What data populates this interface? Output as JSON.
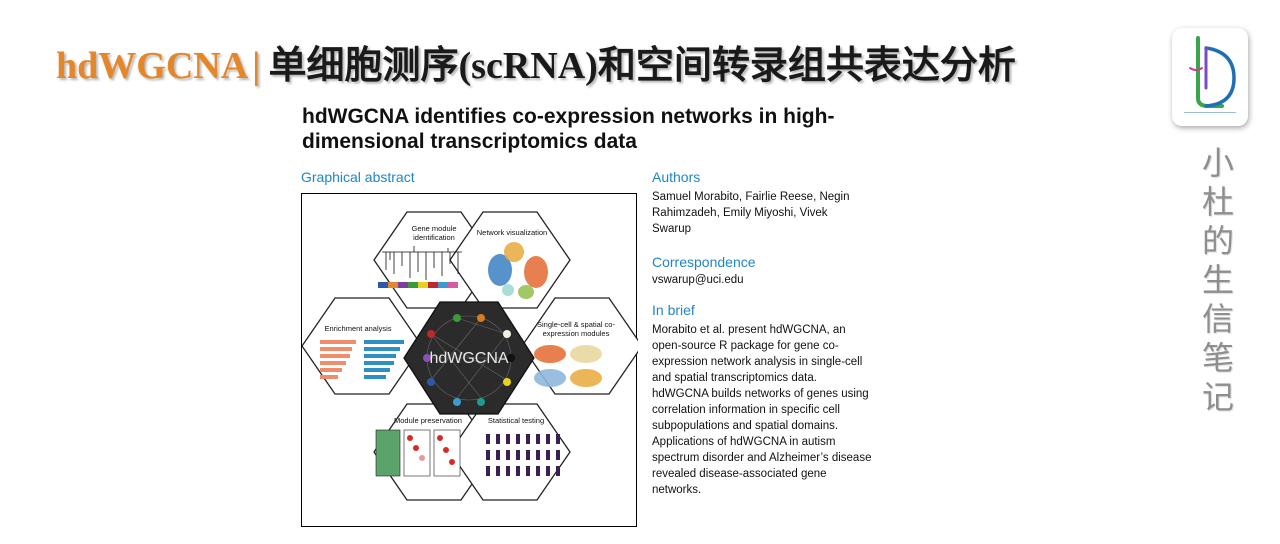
{
  "header": {
    "title_en": "hdWGCNA",
    "title_sep": "|",
    "title_zh": "单细胞测序(scRNA)和空间转录组共表达分析"
  },
  "logo": {
    "name": "logo-icon",
    "accent_blue": "#1f6fb5",
    "accent_green": "#3aa64c"
  },
  "watermark": {
    "vertical_text": "小杜的生信笔记"
  },
  "paper": {
    "title": "hdWGCNA identifies co-expression networks in high-dimensional transcriptomics data",
    "graphical_abstract_label": "Graphical abstract",
    "authors_label": "Authors",
    "authors": "Samuel Morabito, Fairlie Reese, Negin Rahimzadeh, Emily Miyoshi, Vivek Swarup",
    "correspondence_label": "Correspondence",
    "correspondence": "vswarup@uci.edu",
    "in_brief_label": "In brief",
    "in_brief": "Morabito et al. present hdWGCNA, an open-source R package for gene co-expression network analysis in single-cell and spatial transcriptomics data. hdWGCNA builds networks of genes using correlation information in specific cell subpopulations and spatial domains. Applications of hdWGCNA in autism spectrum disorder and Alzheimer’s disease revealed disease-associated gene networks."
  },
  "graphical_abstract": {
    "center_label": "hdWGCNA",
    "hex_labels": {
      "gene_module": "Gene module identification",
      "network_vis": "Network visualization",
      "enrichment": "Enrichment analysis",
      "spatial": "Single-cell & spatial co-expression modules",
      "preservation": "Module preservation",
      "statistical": "Statistical testing"
    },
    "colors": {
      "accent_label": "#1f86c4",
      "title_orange": "#e3872a",
      "bar_salmon": "#ef8c69",
      "bar_blue": "#2e8fc4",
      "center_dark": "#2b2b2b"
    }
  }
}
